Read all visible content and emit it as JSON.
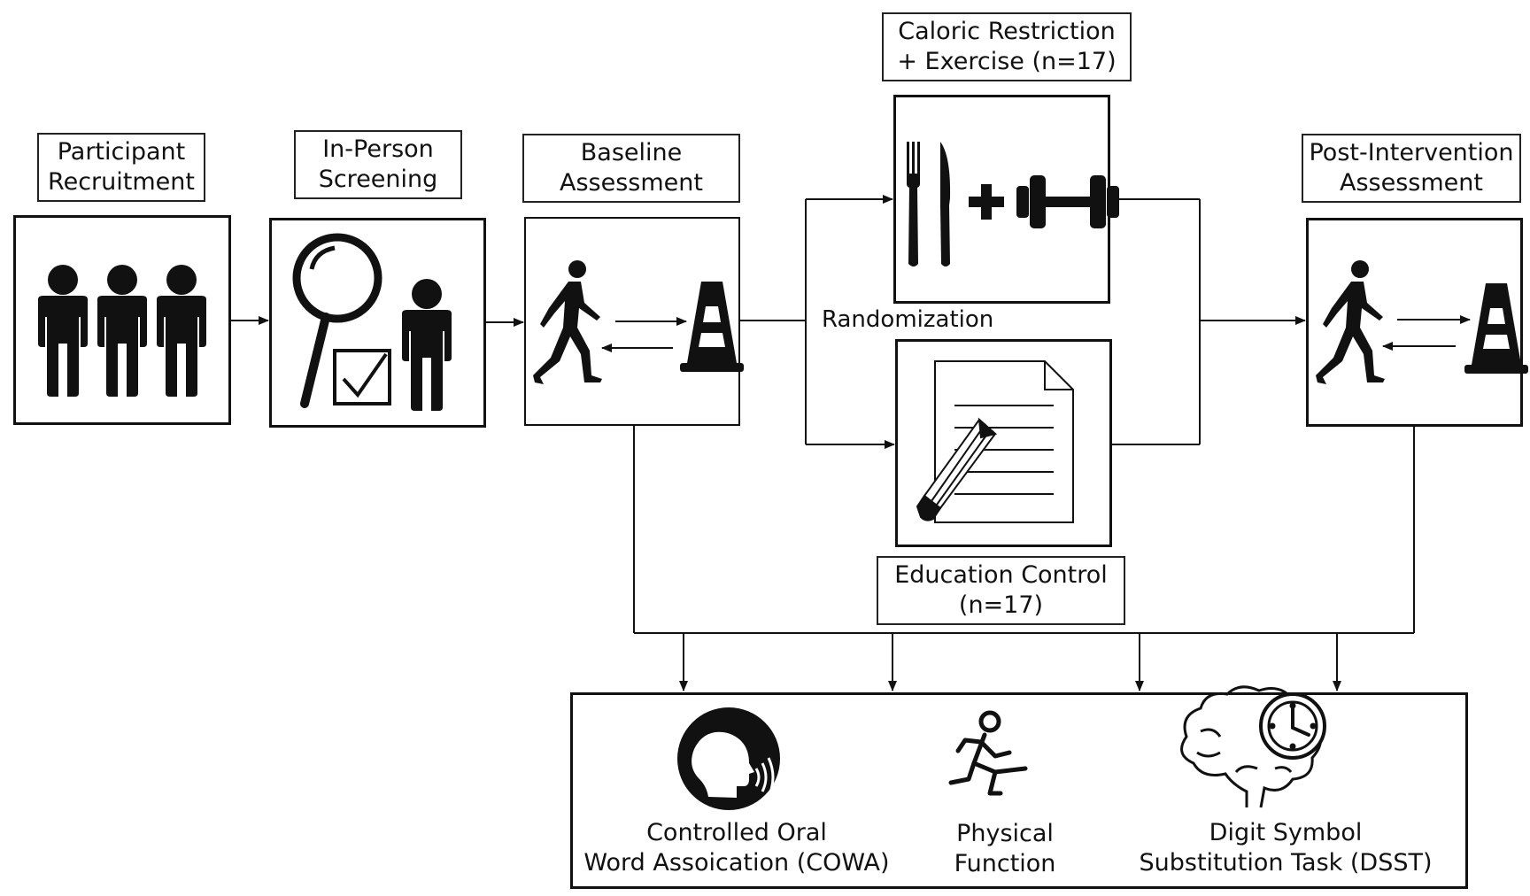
{
  "stages": {
    "recruitment": {
      "line1": "Participant",
      "line2": "Recruitment"
    },
    "screening": {
      "line1": "In-Person",
      "line2": "Screening"
    },
    "baseline": {
      "line1": "Baseline",
      "line2": "Assessment"
    },
    "intervention": {
      "line1": "Caloric Restriction",
      "line2": "+ Exercise (n=17)"
    },
    "control": {
      "line1": "Education Control",
      "line2": "(n=17)"
    },
    "post": {
      "line1": "Post-Intervention",
      "line2": "Assessment"
    }
  },
  "randomization_label": "Randomization",
  "measures": [
    {
      "line1": "Controlled Oral",
      "line2": "Word Assoication (COWA)",
      "icon": "speaking-head-icon"
    },
    {
      "line1": "Physical",
      "line2": "Function",
      "icon": "running-person-icon"
    },
    {
      "line1": "Digit Symbol",
      "line2": "Substitution Task (DSST)",
      "icon": "brain-clock-icon"
    }
  ]
}
